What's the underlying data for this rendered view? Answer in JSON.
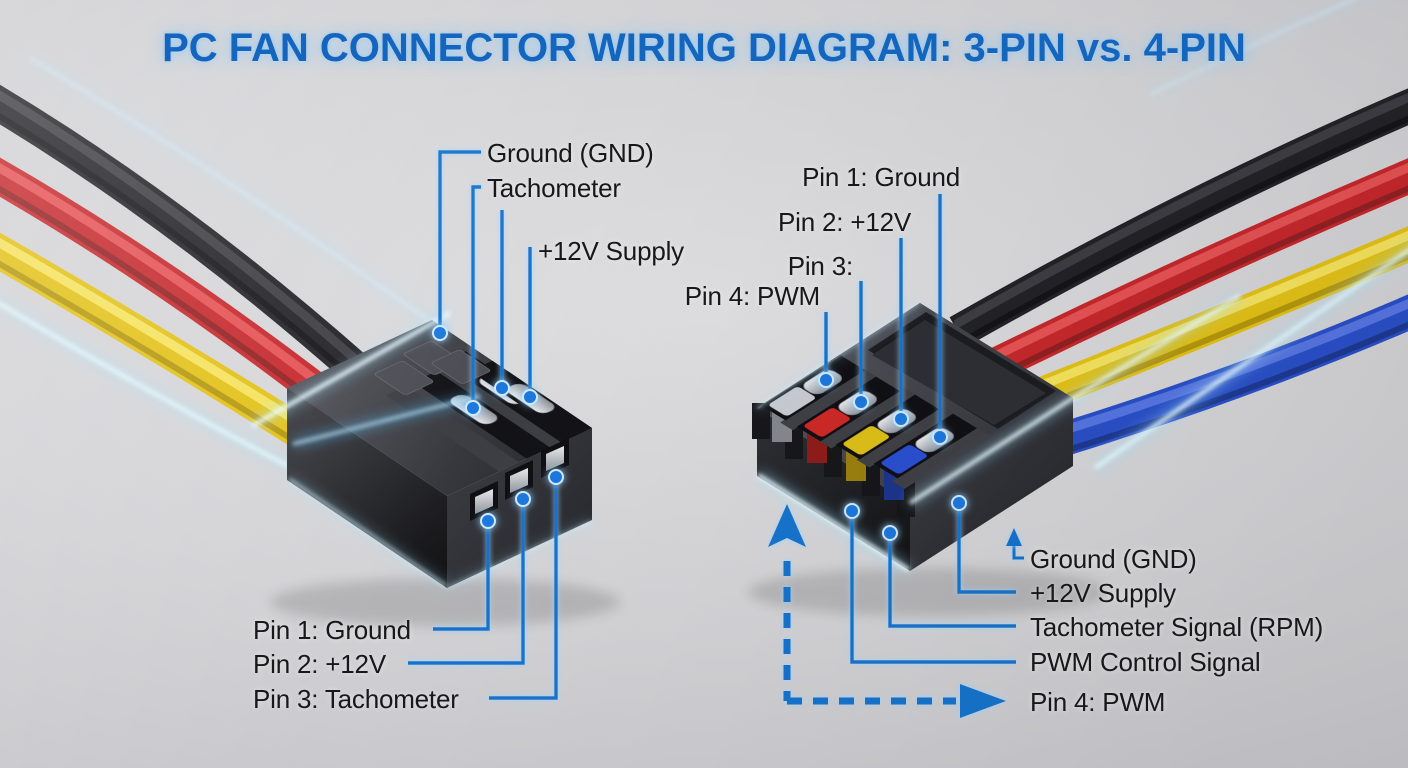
{
  "title": "PC FAN CONNECTOR WIRING DIAGRAM: 3-PIN vs. 4-PIN",
  "colors": {
    "title_blue": "#1465bd",
    "accent_blue": "#1873cc",
    "glow_cyan": "#bfeaff",
    "label_text": "#18181b",
    "wire_black": "#232327",
    "wire_red": "#c5282c",
    "wire_yellow": "#e2c117",
    "wire_blue": "#2a50c8"
  },
  "left_connector": {
    "name": "3-pin fan connector",
    "top_labels": {
      "ground": "Ground (GND)",
      "tachometer": "Tachometer",
      "supply": "+12V Supply"
    },
    "bottom_labels": {
      "pin1": "Pin 1: Ground",
      "pin2": "Pin 2: +12V",
      "pin3": "Pin 3: Tachometer"
    }
  },
  "right_connector": {
    "name": "4-pin fan connector",
    "top_labels": {
      "pin1": "Pin 1: Ground",
      "pin2": "Pin 2: +12V",
      "pin3": "Pin 3:",
      "pin4": "Pin 4: PWM"
    },
    "bottom_labels": {
      "ground": "Ground (GND)",
      "supply": "+12V Supply",
      "tachometer": "Tachometer Signal (RPM)",
      "pwm": "PWM Control Signal",
      "pin4": "Pin 4: PWM"
    }
  }
}
